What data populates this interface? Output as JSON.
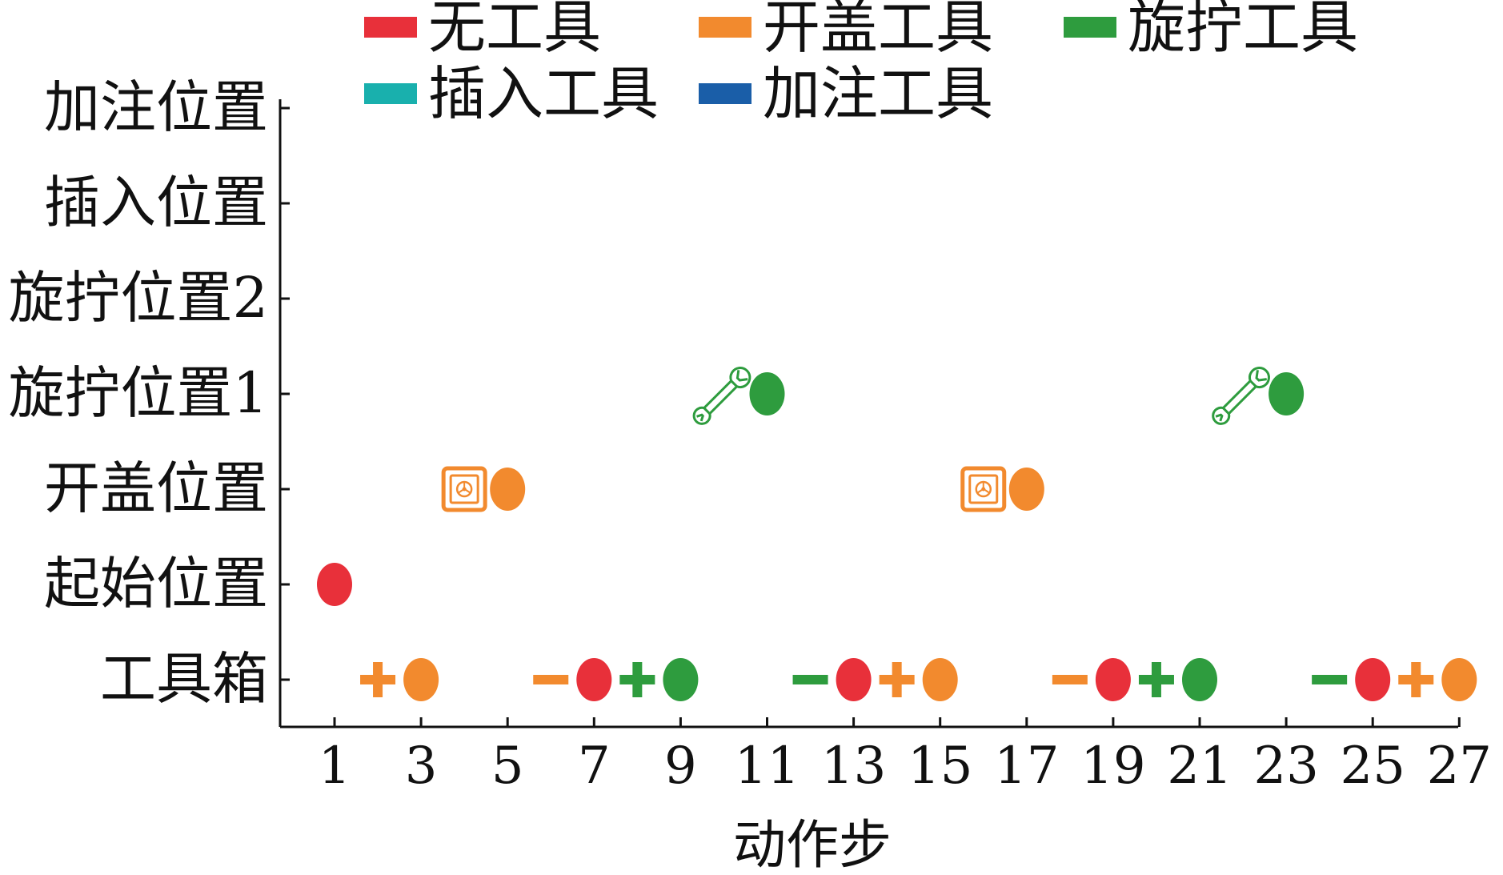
{
  "chart_data": {
    "type": "scatter",
    "xlabel": "动作步",
    "ylabel": "",
    "xlim": [
      0,
      27
    ],
    "x_ticks": [
      1,
      3,
      5,
      7,
      9,
      11,
      13,
      15,
      17,
      19,
      21,
      23,
      25,
      27
    ],
    "categories": [
      "工具箱",
      "起始位置",
      "开盖位置",
      "旋拧位置1",
      "旋拧位置2",
      "插入位置",
      "加注位置"
    ],
    "legend": {
      "placement": "top",
      "items": [
        {
          "label": "无工具",
          "color": "#e8303a"
        },
        {
          "label": "开盖工具",
          "color": "#f28a2e"
        },
        {
          "label": "旋拧工具",
          "color": "#2e9c3e"
        },
        {
          "label": "插入工具",
          "color": "#19b0ad"
        },
        {
          "label": "加注工具",
          "color": "#1a5ea8"
        }
      ]
    },
    "points": [
      {
        "x": 1,
        "y": "起始位置",
        "marker": "circle",
        "tool": "无工具"
      },
      {
        "x": 2,
        "y": "工具箱",
        "marker": "plus",
        "tool": "开盖工具"
      },
      {
        "x": 3,
        "y": "工具箱",
        "marker": "circle",
        "tool": "开盖工具"
      },
      {
        "x": 4,
        "y": "开盖位置",
        "marker": "open-lid-icon",
        "tool": "开盖工具"
      },
      {
        "x": 5,
        "y": "开盖位置",
        "marker": "circle",
        "tool": "开盖工具"
      },
      {
        "x": 6,
        "y": "工具箱",
        "marker": "minus",
        "tool": "开盖工具"
      },
      {
        "x": 7,
        "y": "工具箱",
        "marker": "circle",
        "tool": "无工具"
      },
      {
        "x": 8,
        "y": "工具箱",
        "marker": "plus",
        "tool": "旋拧工具"
      },
      {
        "x": 9,
        "y": "工具箱",
        "marker": "circle",
        "tool": "旋拧工具"
      },
      {
        "x": 10,
        "y": "旋拧位置1",
        "marker": "wrench-icon",
        "tool": "旋拧工具"
      },
      {
        "x": 11,
        "y": "旋拧位置1",
        "marker": "circle",
        "tool": "旋拧工具"
      },
      {
        "x": 12,
        "y": "工具箱",
        "marker": "minus",
        "tool": "旋拧工具"
      },
      {
        "x": 13,
        "y": "工具箱",
        "marker": "circle",
        "tool": "无工具"
      },
      {
        "x": 14,
        "y": "工具箱",
        "marker": "plus",
        "tool": "开盖工具"
      },
      {
        "x": 15,
        "y": "工具箱",
        "marker": "circle",
        "tool": "开盖工具"
      },
      {
        "x": 16,
        "y": "开盖位置",
        "marker": "open-lid-icon",
        "tool": "开盖工具"
      },
      {
        "x": 17,
        "y": "开盖位置",
        "marker": "circle",
        "tool": "开盖工具"
      },
      {
        "x": 18,
        "y": "工具箱",
        "marker": "minus",
        "tool": "开盖工具"
      },
      {
        "x": 19,
        "y": "工具箱",
        "marker": "circle",
        "tool": "无工具"
      },
      {
        "x": 20,
        "y": "工具箱",
        "marker": "plus",
        "tool": "旋拧工具"
      },
      {
        "x": 21,
        "y": "工具箱",
        "marker": "circle",
        "tool": "旋拧工具"
      },
      {
        "x": 22,
        "y": "旋拧位置1",
        "marker": "wrench-icon",
        "tool": "旋拧工具"
      },
      {
        "x": 23,
        "y": "旋拧位置1",
        "marker": "circle",
        "tool": "旋拧工具"
      },
      {
        "x": 24,
        "y": "工具箱",
        "marker": "minus",
        "tool": "旋拧工具"
      },
      {
        "x": 25,
        "y": "工具箱",
        "marker": "circle",
        "tool": "无工具"
      },
      {
        "x": 26,
        "y": "工具箱",
        "marker": "plus",
        "tool": "开盖工具"
      },
      {
        "x": 27,
        "y": "工具箱",
        "marker": "circle",
        "tool": "开盖工具"
      }
    ]
  }
}
